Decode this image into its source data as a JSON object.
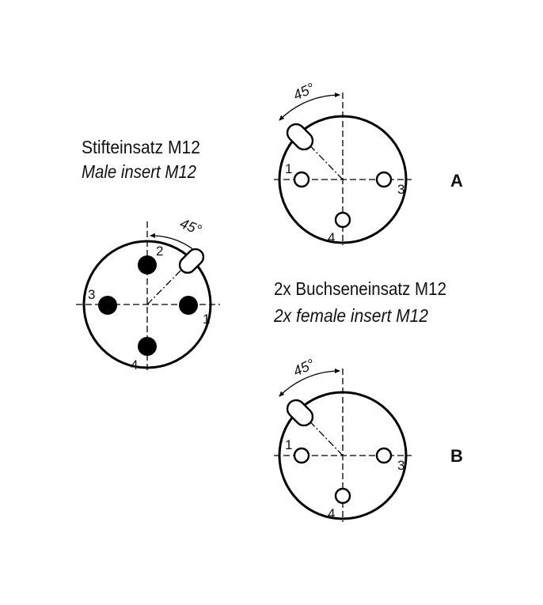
{
  "male": {
    "title_de": "Stifteinsatz M12",
    "title_en": "Male insert M12",
    "angle": "45°",
    "pins": [
      "1",
      "2",
      "3",
      "4"
    ]
  },
  "female": {
    "title_de": "2x Buchseneinsatz M12",
    "title_en": "2x female insert M12",
    "angle": "45°",
    "pins": [
      "1",
      "3",
      "4"
    ]
  },
  "views": {
    "a": "A",
    "b": "B"
  }
}
